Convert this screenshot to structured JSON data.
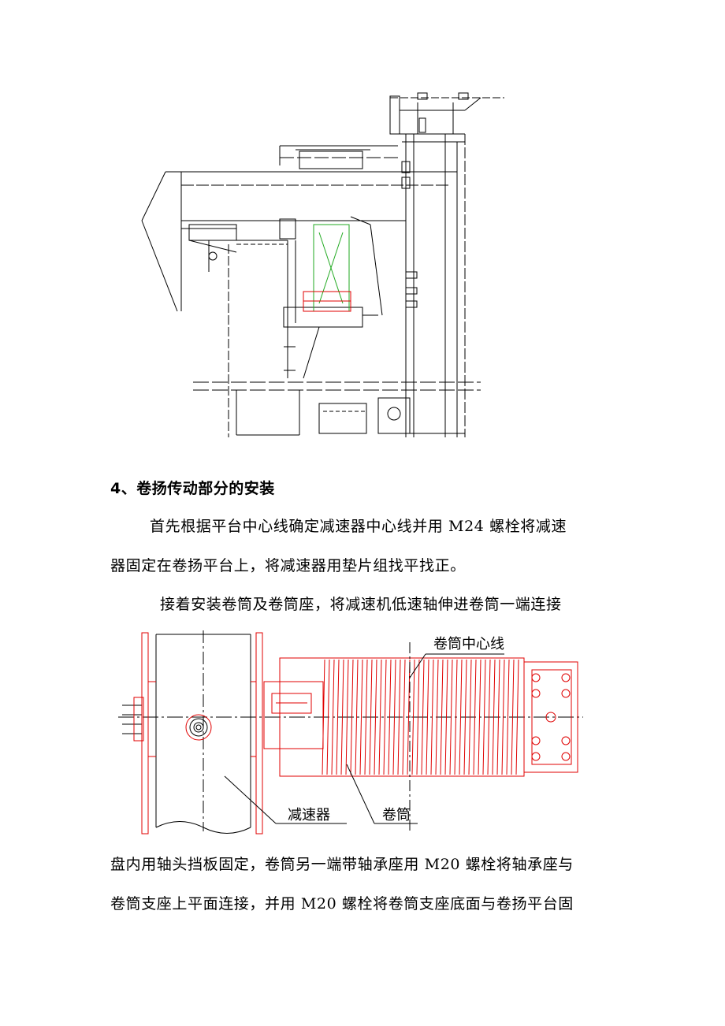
{
  "section": {
    "heading": "4、卷扬传动部分的安装"
  },
  "paragraphs": [
    "首先根据平台中心线确定减速器中心线并用 M24 螺栓将减速",
    "器固定在卷扬平台上，将减速器用垫片组找平找正。",
    "接着安装卷筒及卷筒座，将减速机低速轴伸进卷筒一端连接",
    "盘内用轴头挡板固定，卷筒另一端带轴承座用 M20 螺栓将轴承座与",
    "卷筒支座上平面连接，并用 M20 螺栓将卷筒支座底面与卷扬平台固"
  ],
  "figure2_labels": {
    "drum_centerline": "卷筒中心线",
    "reducer": "减速器",
    "drum": "卷筒"
  },
  "colors": {
    "drawing_red": "#e00000",
    "drawing_black": "#000000",
    "drawing_green": "#22aa22"
  }
}
